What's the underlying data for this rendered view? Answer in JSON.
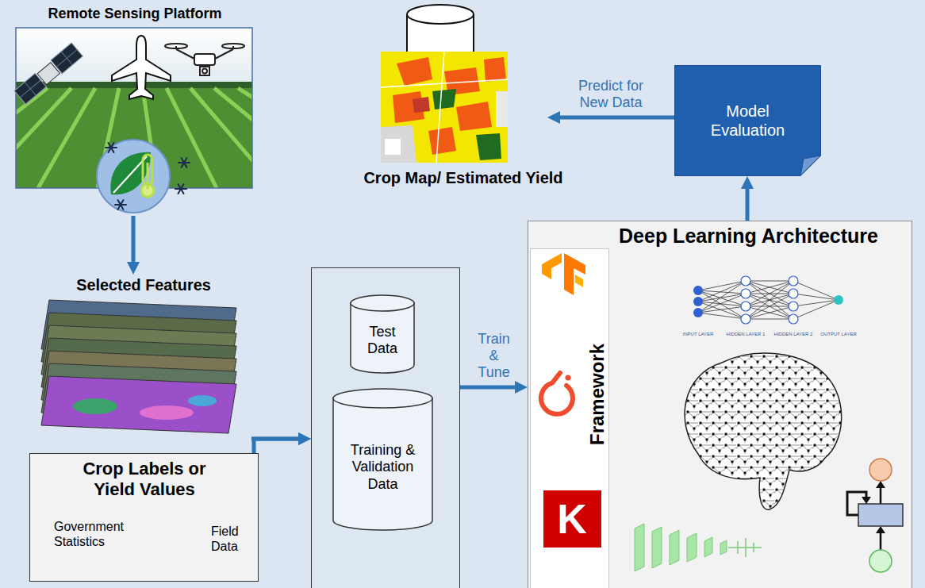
{
  "diagram": {
    "nodes": [
      {
        "text": [
          "Remote Sensing Platform"
        ]
      },
      {
        "text": [
          "Crop Map/ Estimated Yield"
        ]
      },
      {
        "text": [
          "Model Evaluation"
        ]
      },
      {
        "text": [
          "Selected Features"
        ]
      },
      {
        "text": [
          "Crop Labels or Yield Values",
          "Government Statistics",
          "Field Data"
        ]
      },
      {
        "text": []
      },
      {
        "text": [
          "Test Data"
        ],
        "in": 5
      },
      {
        "text": [
          "Training & Validation Data"
        ],
        "in": 5
      },
      {
        "text": [
          "Deep Learning Architecture"
        ]
      },
      {
        "text": [
          "Framework"
        ],
        "in": 8
      }
    ],
    "edges": [
      {
        "from": 0,
        "to": 3,
        "arrow": "to"
      },
      {
        "from": 3,
        "to": 5,
        "arrow": "to"
      },
      {
        "from": 4,
        "to": 5,
        "arrow": "to"
      },
      {
        "from": 5,
        "to": 8,
        "label": "Train & Tune",
        "arrow": "to"
      },
      {
        "from": 8,
        "to": 2,
        "arrow": "to"
      },
      {
        "from": 2,
        "to": 1,
        "label": "Predict for New Data",
        "arrow": "to"
      }
    ],
    "labels": [
      "INPUT LAYER",
      "HIDDEN LAYER 1",
      "HIDDEN LAYER 2",
      "OUTPUT LAYER",
      "K"
    ]
  }
}
